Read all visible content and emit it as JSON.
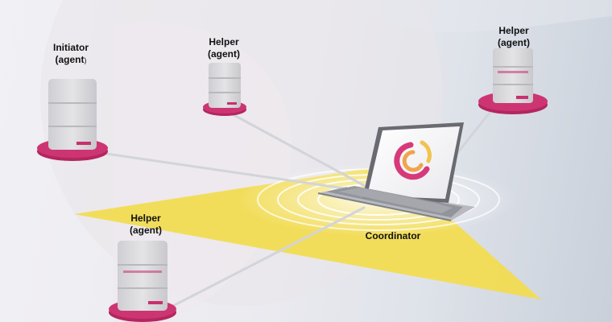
{
  "nodes": {
    "initiator": {
      "title": "Initiator",
      "subtitle": "(agent",
      "paren": ")"
    },
    "helper_top": {
      "title": "Helper",
      "subtitle": "(agent)"
    },
    "helper_right": {
      "title": "Helper",
      "subtitle": "(agent)"
    },
    "helper_bottom": {
      "title": "Helper",
      "subtitle": "(agent)"
    },
    "coordinator": {
      "title": "Coordinator"
    }
  },
  "colors": {
    "accent_magenta": "#c8306f",
    "coverage_yellow": "#f2dc52",
    "server_gray": "#d7d6d9",
    "server_base": "#c22f6a"
  },
  "icons": [
    "server-icon",
    "laptop-icon",
    "coordinator-logo-icon",
    "signal-waves-icon"
  ]
}
